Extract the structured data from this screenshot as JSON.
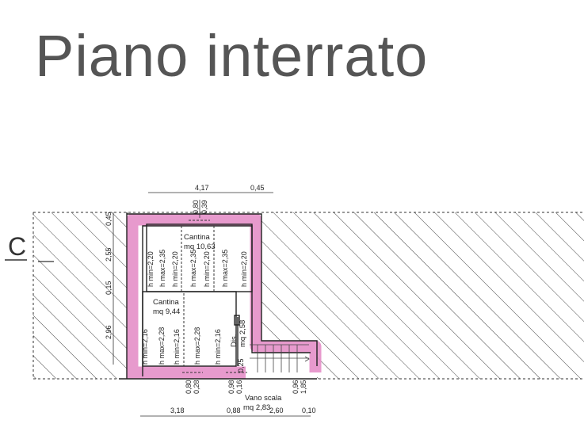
{
  "title": "Piano interrato",
  "section_marker": "C",
  "colors": {
    "wall_highlight": "#e48fc8",
    "lines": "#222222",
    "title": "#555555"
  },
  "rooms": [
    {
      "name": "Cantina",
      "area": "mq 10,63"
    },
    {
      "name": "Cantina",
      "area": "mq 9,44"
    },
    {
      "name": "Dis.",
      "area": "mq 2,58"
    },
    {
      "name": "Vano scala",
      "area": "mq 2,83"
    }
  ],
  "heights_upper": [
    "h min=2,20",
    "h max=2,35",
    "h min=2,20",
    "h max=2,35",
    "h min=2,20",
    "h max=2,35",
    "h min=2,20"
  ],
  "heights_lower": [
    "h min=2,16",
    "h max=2,28",
    "h min=2,16",
    "h max=2,28",
    "h min=2,16"
  ],
  "dims_top": [
    "4,17",
    "0,45"
  ],
  "dims_top_opening": [
    "0,80",
    "0,39"
  ],
  "dims_left": [
    "0,45",
    "2,55",
    "0,15",
    "2,96"
  ],
  "dims_bottom_openings": [
    "0,80",
    "0,28",
    "0,98",
    "0,16",
    "0,25",
    "0,96",
    "1,85"
  ],
  "dims_bottom": [
    "3,18",
    "0,88",
    "2,60",
    "0,10"
  ]
}
